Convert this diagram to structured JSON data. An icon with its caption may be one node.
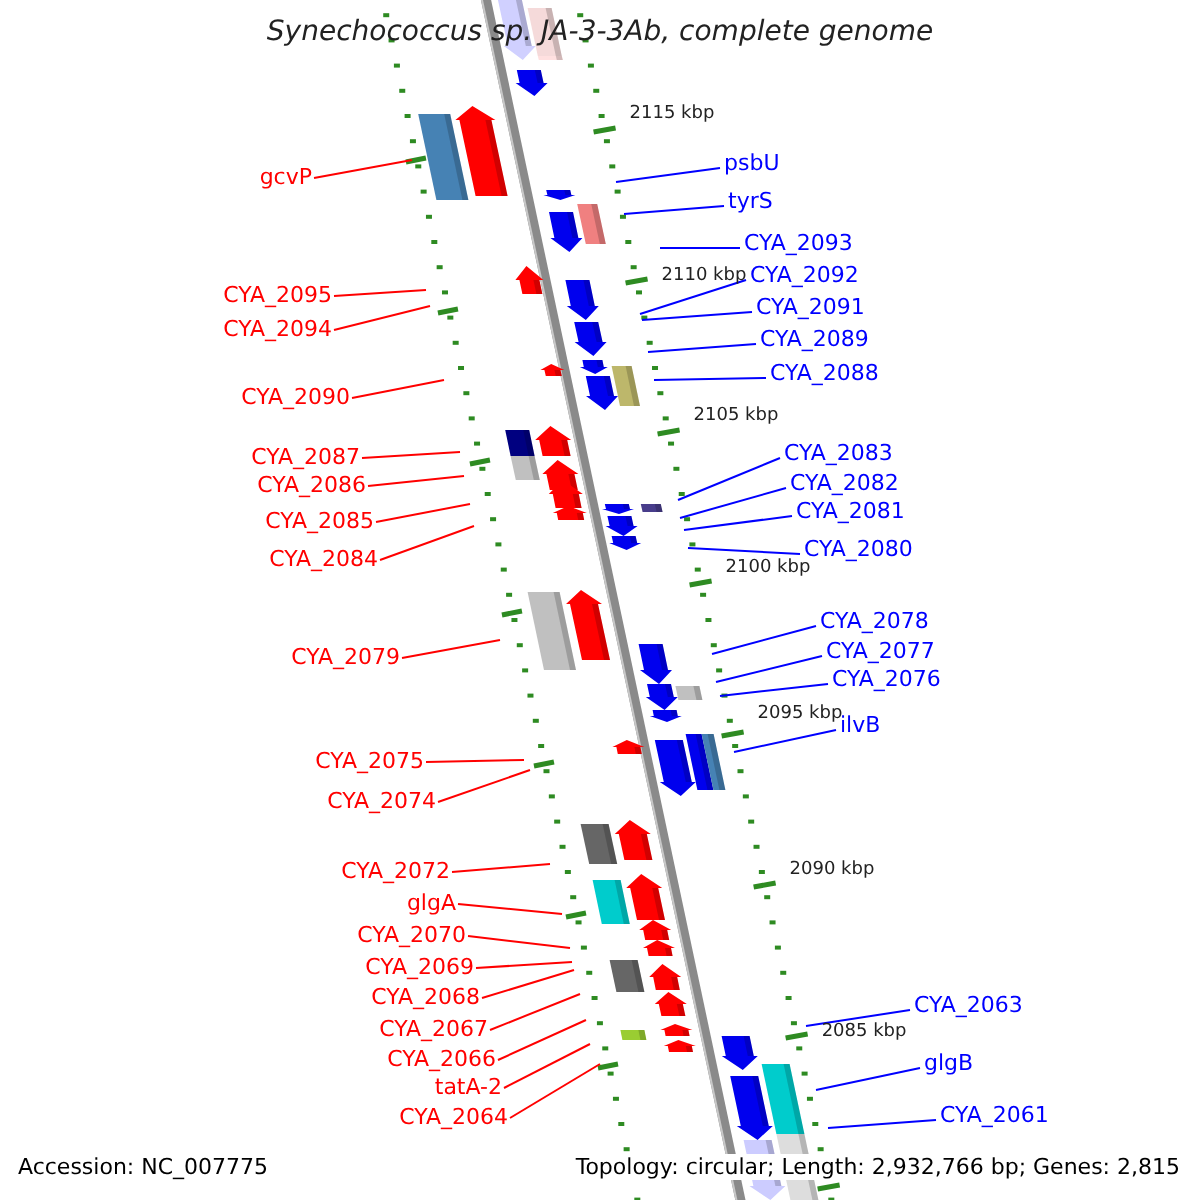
{
  "diagram": {
    "title": "Synechococcus sp. JA-3-3Ab, complete genome",
    "nodes": [
      {
        "text": [
          "gcvP"
        ]
      },
      {
        "text": [
          "CYA_2095"
        ]
      },
      {
        "text": [
          "CYA_2094"
        ]
      },
      {
        "text": [
          "CYA_2090"
        ]
      },
      {
        "text": [
          "CYA_2087"
        ]
      },
      {
        "text": [
          "CYA_2086"
        ]
      },
      {
        "text": [
          "CYA_2085"
        ]
      },
      {
        "text": [
          "CYA_2084"
        ]
      },
      {
        "text": [
          "CYA_2079"
        ]
      },
      {
        "text": [
          "CYA_2075"
        ]
      },
      {
        "text": [
          "CYA_2074"
        ]
      },
      {
        "text": [
          "CYA_2072"
        ]
      },
      {
        "text": [
          "glgA"
        ]
      },
      {
        "text": [
          "CYA_2070"
        ]
      },
      {
        "text": [
          "CYA_2069"
        ]
      },
      {
        "text": [
          "CYA_2068"
        ]
      },
      {
        "text": [
          "CYA_2067"
        ]
      },
      {
        "text": [
          "CYA_2066"
        ]
      },
      {
        "text": [
          "tatA-2"
        ]
      },
      {
        "text": [
          "CYA_2064"
        ]
      },
      {
        "text": [
          "psbU"
        ]
      },
      {
        "text": [
          "tyrS"
        ]
      },
      {
        "text": [
          "CYA_2093"
        ]
      },
      {
        "text": [
          "CYA_2092"
        ]
      },
      {
        "text": [
          "CYA_2091"
        ]
      },
      {
        "text": [
          "CYA_2089"
        ]
      },
      {
        "text": [
          "CYA_2088"
        ]
      },
      {
        "text": [
          "CYA_2083"
        ]
      },
      {
        "text": [
          "CYA_2082"
        ]
      },
      {
        "text": [
          "CYA_2081"
        ]
      },
      {
        "text": [
          "CYA_2080"
        ]
      },
      {
        "text": [
          "CYA_2078"
        ]
      },
      {
        "text": [
          "CYA_2077"
        ]
      },
      {
        "text": [
          "CYA_2076"
        ]
      },
      {
        "text": [
          "ilvB"
        ]
      },
      {
        "text": [
          "CYA_2063"
        ]
      },
      {
        "text": [
          "glgB"
        ]
      },
      {
        "text": [
          "CYA_2061"
        ]
      }
    ],
    "edges": [
      {
        "from": 0,
        "to": null,
        "arrow": "none"
      },
      {
        "from": 1,
        "to": null,
        "arrow": "none"
      },
      {
        "from": 2,
        "to": null,
        "arrow": "none"
      },
      {
        "from": 3,
        "to": null,
        "arrow": "none"
      },
      {
        "from": 4,
        "to": null,
        "arrow": "none"
      },
      {
        "from": 5,
        "to": null,
        "arrow": "none"
      },
      {
        "from": 6,
        "to": null,
        "arrow": "none"
      },
      {
        "from": 7,
        "to": null,
        "arrow": "none"
      },
      {
        "from": 8,
        "to": null,
        "arrow": "none"
      },
      {
        "from": 9,
        "to": null,
        "arrow": "none"
      },
      {
        "from": 10,
        "to": null,
        "arrow": "none"
      },
      {
        "from": 11,
        "to": null,
        "arrow": "none"
      },
      {
        "from": 12,
        "to": null,
        "arrow": "none"
      },
      {
        "from": 13,
        "to": null,
        "arrow": "none"
      },
      {
        "from": 14,
        "to": null,
        "arrow": "none"
      },
      {
        "from": 15,
        "to": null,
        "arrow": "none"
      },
      {
        "from": 16,
        "to": null,
        "arrow": "none"
      },
      {
        "from": 17,
        "to": null,
        "arrow": "none"
      },
      {
        "from": 18,
        "to": null,
        "arrow": "none"
      },
      {
        "from": 19,
        "to": null,
        "arrow": "none"
      },
      {
        "from": 20,
        "to": null,
        "arrow": "none",
        "color": "#0000ff"
      },
      {
        "from": 21,
        "to": null,
        "arrow": "none",
        "color": "#0000ff"
      },
      {
        "from": 22,
        "to": null,
        "arrow": "none",
        "color": "#0000ff"
      },
      {
        "from": 23,
        "to": null,
        "arrow": "none",
        "color": "#0000ff"
      },
      {
        "from": 24,
        "to": null,
        "arrow": "none",
        "color": "#0000ff"
      },
      {
        "from": 25,
        "to": null,
        "arrow": "none",
        "color": "#0000ff"
      },
      {
        "from": 26,
        "to": null,
        "arrow": "none",
        "color": "#0000ff"
      },
      {
        "from": 27,
        "to": null,
        "arrow": "none",
        "color": "#0000ff"
      },
      {
        "from": 28,
        "to": null,
        "arrow": "none",
        "color": "#0000ff"
      },
      {
        "from": 29,
        "to": null,
        "arrow": "none",
        "color": "#0000ff"
      },
      {
        "from": 30,
        "to": null,
        "arrow": "none",
        "color": "#0000ff"
      },
      {
        "from": 31,
        "to": null,
        "arrow": "none",
        "color": "#0000ff"
      },
      {
        "from": 32,
        "to": null,
        "arrow": "none",
        "color": "#0000ff"
      },
      {
        "from": 33,
        "to": null,
        "arrow": "none",
        "color": "#0000ff"
      },
      {
        "from": 34,
        "to": null,
        "arrow": "none",
        "color": "#0000ff"
      },
      {
        "from": 35,
        "to": null,
        "arrow": "none",
        "color": "#0000ff"
      },
      {
        "from": 36,
        "to": null,
        "arrow": "none",
        "color": "#0000ff"
      },
      {
        "from": 37,
        "to": null,
        "arrow": "none",
        "color": "#0000ff"
      }
    ],
    "labels": [
      "2115 kbp",
      "2110 kbp",
      "2105 kbp",
      "2100 kbp",
      "2095 kbp",
      "2090 kbp",
      "2085 kbp",
      "Accession: NC_007775",
      "Topology: circular; Length: 2,932,766 bp; Genes: 2,815"
    ]
  }
}
